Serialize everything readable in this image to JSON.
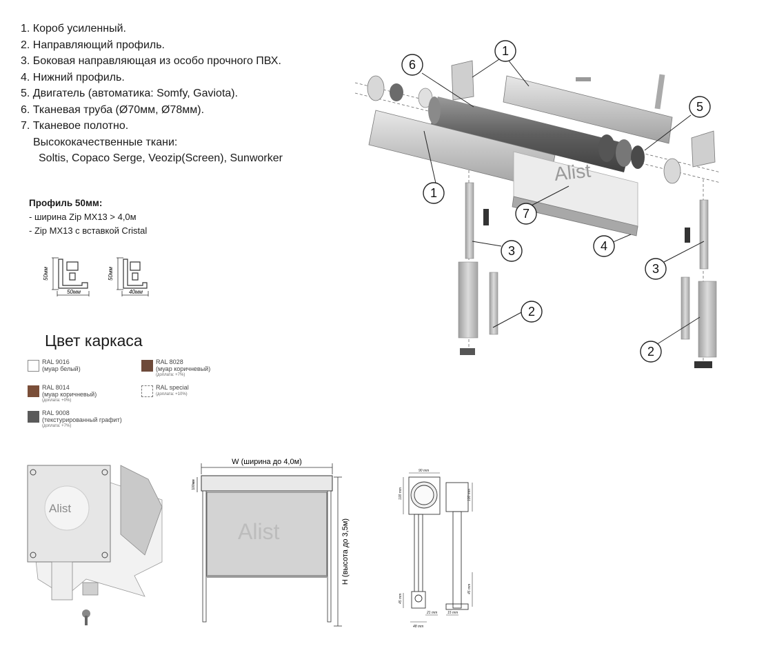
{
  "components": {
    "items": [
      "1. Короб усиленный.",
      "2. Направляющий профиль.",
      "3. Боковая направляющая из особо прочного ПВХ.",
      "4. Нижний профиль.",
      "5. Двигатель (автоматика: Somfy, Gaviota).",
      "6. Тканевая труба (Ø70мм, Ø78мм).",
      "7. Тканевое полотно."
    ],
    "fabrics_heading": "Высококачественные ткани:",
    "fabrics_list": "Soltis, Copaco Serge, Veozip(Screen), Sunworker"
  },
  "profile": {
    "title": "Профиль 50мм:",
    "lines": [
      "- ширина Zip MX13 > 4,0м",
      "- Zip MX13 с вставкой Cristal"
    ],
    "dims": {
      "a_height": "50мм",
      "a_width": "50мм",
      "b_height": "50мм",
      "b_width": "40мм"
    }
  },
  "frame_color": {
    "title": "Цвет каркаса",
    "swatches": [
      {
        "code": "RAL 9016",
        "name": "(муар белый)",
        "note": "",
        "color": "#ffffff"
      },
      {
        "code": "RAL 8028",
        "name": "(муар коричневый)",
        "note": "(доплата: +7%)",
        "color": "#6e4a3a"
      },
      {
        "code": "RAL 8014",
        "name": "(муар коричневый)",
        "note": "(доплата: +0%)",
        "color": "#7a4e38"
      },
      {
        "code": "RAL special",
        "name": "",
        "note": "(доплата: +10%)",
        "color": "#ffffff"
      },
      {
        "code": "RAL 9008",
        "name": "(текстурированный графит)",
        "note": "(доплата: +7%)",
        "color": "#5a5a5a"
      }
    ]
  },
  "exploded": {
    "callouts": [
      "1",
      "1",
      "2",
      "2",
      "3",
      "3",
      "4",
      "5",
      "6",
      "7"
    ],
    "brand": "Alist"
  },
  "front_view": {
    "width_label": "W (ширина до 4,0м)",
    "height_label": "H (высота до 3,5м)",
    "box_label": "100мм",
    "brand": "Alist"
  },
  "section_view": {
    "dims": [
      "90 mm",
      "100 mm",
      "100 mm",
      "45 mm",
      "45 mm",
      "21 mm",
      "48 mm",
      "15 mm"
    ]
  },
  "detail": {
    "brand": "Alist"
  }
}
